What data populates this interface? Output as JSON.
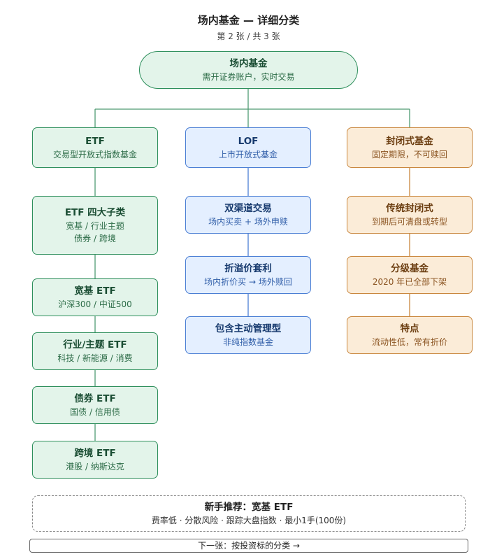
{
  "title": "场内基金 — 详细分类",
  "subtitle": "第 2 张 / 共 3 张",
  "root": {
    "title": "场内基金",
    "desc": "需开证券账户，实时交易"
  },
  "etf": {
    "title": "ETF",
    "desc": "交易型开放式指数基金",
    "sub": {
      "title": "ETF 四大子类",
      "line1": "宽基 / 行业主题",
      "line2": "债券 / 跨境"
    },
    "broad": {
      "title": "宽基 ETF",
      "desc": "沪深300 / 中证500"
    },
    "sector": {
      "title": "行业/主题 ETF",
      "desc": "科技 / 新能源 / 消费"
    },
    "bond": {
      "title": "债券 ETF",
      "desc": "国债 / 信用债"
    },
    "cross": {
      "title": "跨境 ETF",
      "desc": "港股 / 纳斯达克"
    }
  },
  "lof": {
    "title": "LOF",
    "desc": "上市开放式基金",
    "dual": {
      "title": "双渠道交易",
      "desc": "场内买卖 + 场外申赎"
    },
    "arb": {
      "title": "折溢价套利",
      "desc": "场内折价买 → 场外赎回"
    },
    "active": {
      "title": "包含主动管理型",
      "desc": "非纯指数基金"
    }
  },
  "closed": {
    "title": "封闭式基金",
    "desc": "固定期限，不可赎回",
    "traditional": {
      "title": "传统封闭式",
      "desc": "到期后可清盘或转型"
    },
    "graded": {
      "title": "分级基金",
      "desc": "2020 年已全部下架"
    },
    "feature": {
      "title": "特点",
      "desc": "流动性低，常有折价"
    }
  },
  "tip": {
    "title": "新手推荐：宽基 ETF",
    "desc": "费率低 · 分散风险 · 跟踪大盘指数 · 最小1手(100份)"
  },
  "next_label": "下一张：按投资标的分类 →",
  "colors": {
    "green_fill": "#e3f4ea",
    "green_border": "#2e8f5c",
    "blue_fill": "#e4efff",
    "blue_border": "#4a7ed4",
    "orange_fill": "#fbecd8",
    "orange_border": "#c9873e"
  }
}
